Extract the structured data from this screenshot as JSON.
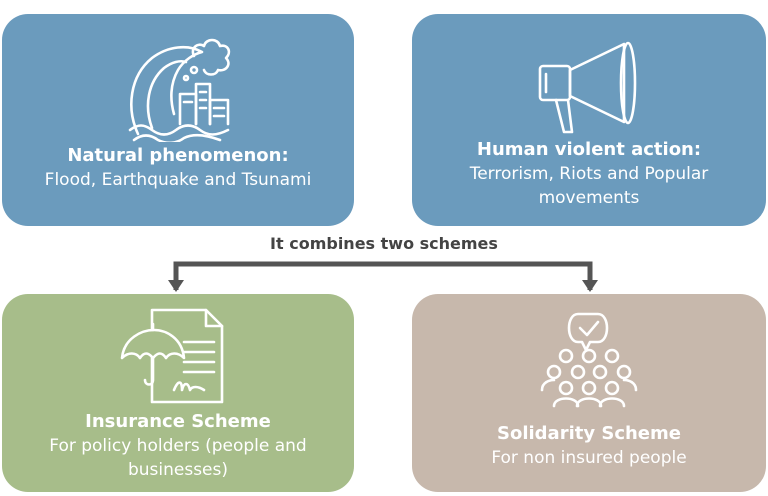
{
  "cards": {
    "natural": {
      "title": "Natural phenomenon:",
      "desc": "Flood, Earthquake and Tsunami",
      "icon": "tsunami-wave-icon",
      "color": "#6b9bbd"
    },
    "human": {
      "title": "Human violent action:",
      "desc_lines": [
        "Terrorism, Riots and  Popular",
        "movements"
      ],
      "icon": "megaphone-icon",
      "color": "#6b9bbd"
    },
    "insurance": {
      "title": "Insurance Scheme",
      "desc_lines": [
        "For policy holders (people and",
        "businesses)"
      ],
      "icon": "insurance-policy-icon",
      "color": "#a7bd8a"
    },
    "solidarity": {
      "title": "Solidarity Scheme",
      "desc": "For non insured people",
      "icon": "community-approval-icon",
      "color": "#c7b8ac"
    }
  },
  "connector": {
    "label": "It combines two schemes",
    "color": "#555555"
  }
}
